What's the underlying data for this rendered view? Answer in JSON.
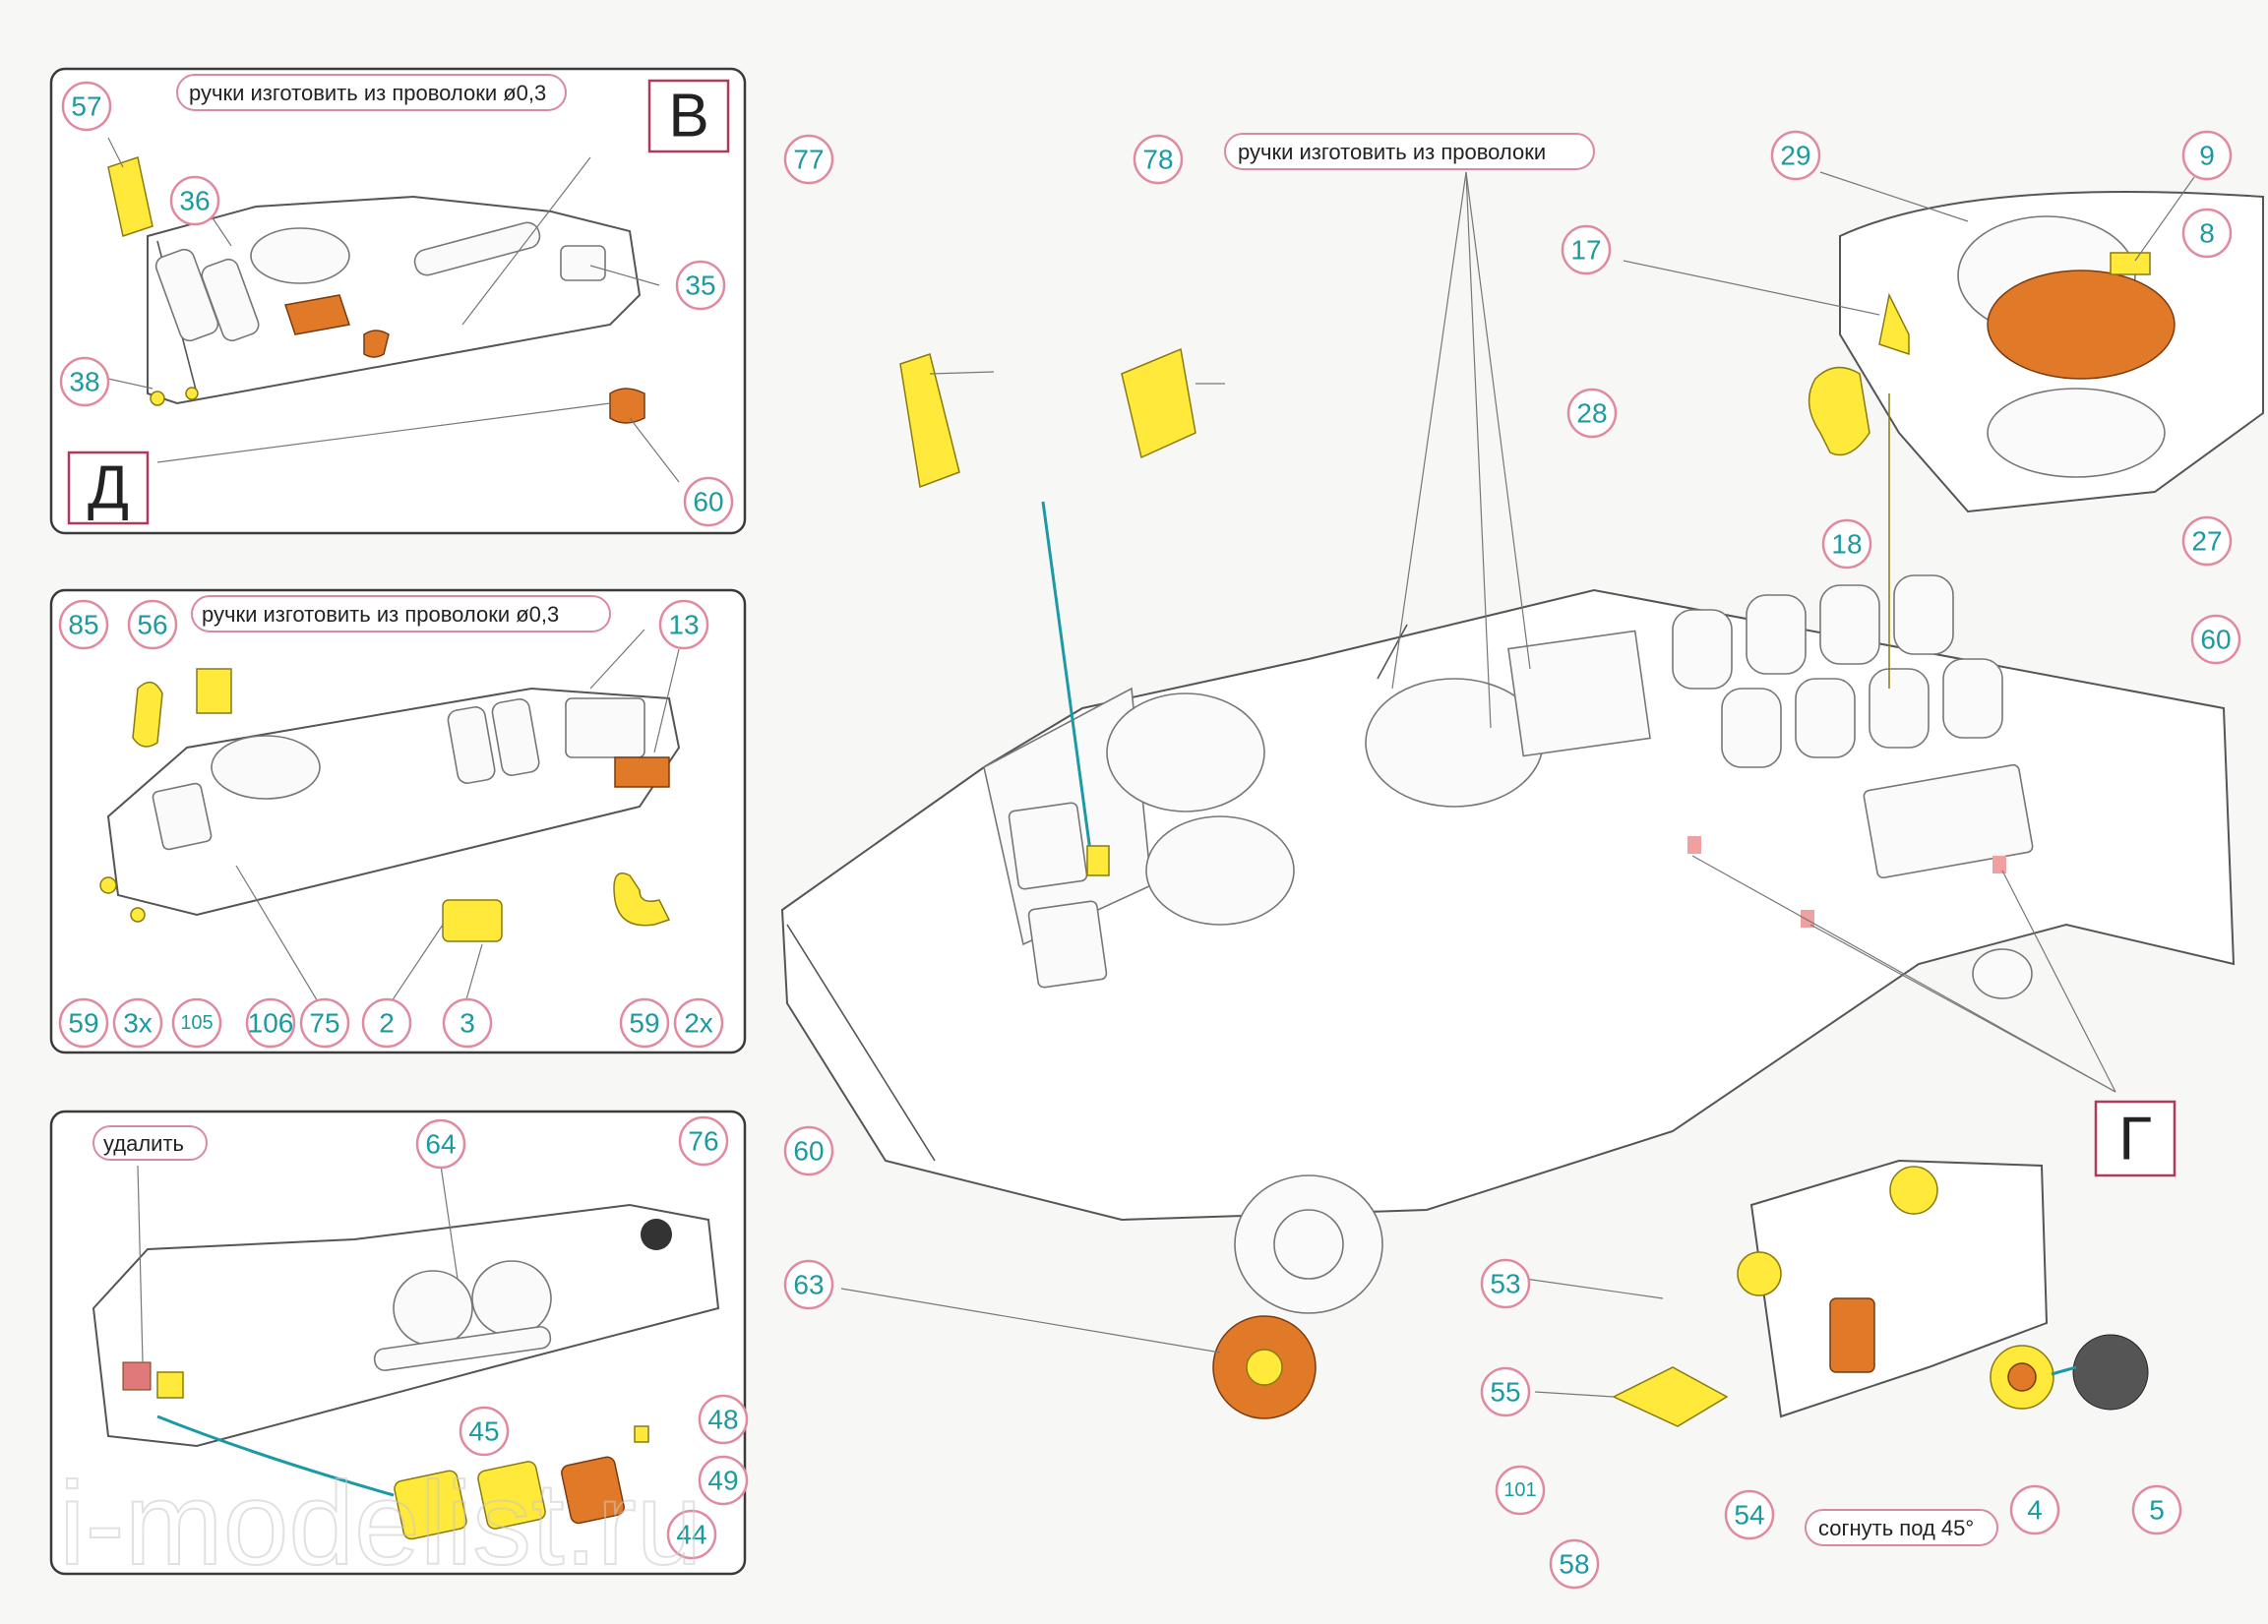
{
  "panels": {
    "top_left": {
      "note": "ручки изготовить из проволоки ø0,3",
      "view_top": "В",
      "view_bottom": "Д",
      "callouts": [
        "57",
        "36",
        "35",
        "38",
        "60"
      ]
    },
    "middle_left": {
      "note": "ручки изготовить из проволоки ø0,3",
      "callouts": [
        "85",
        "56",
        "13",
        "59",
        "3x",
        "105",
        "106",
        "75",
        "2",
        "3",
        "59",
        "2x"
      ]
    },
    "bottom_left": {
      "note": "удалить",
      "callouts": [
        "64",
        "76",
        "45",
        "48",
        "49",
        "44"
      ]
    }
  },
  "main": {
    "note": "ручки изготовить из проволоки",
    "view_label": "Г",
    "callouts_top": [
      "77",
      "78",
      "29",
      "9",
      "8",
      "17",
      "28",
      "18",
      "27",
      "60"
    ],
    "callouts_side": [
      "60",
      "63"
    ],
    "callouts_bottom": [
      "53",
      "55",
      "101",
      "58",
      "54",
      "4",
      "5"
    ],
    "bend_note": "согнуть под 45°"
  },
  "watermark": "i-modelist.ru",
  "colors": {
    "part_yellow": "#ffe93a",
    "part_orange": "#e07a28",
    "callout_text": "#1c9aa0",
    "callout_ring": "#e08aa0"
  }
}
